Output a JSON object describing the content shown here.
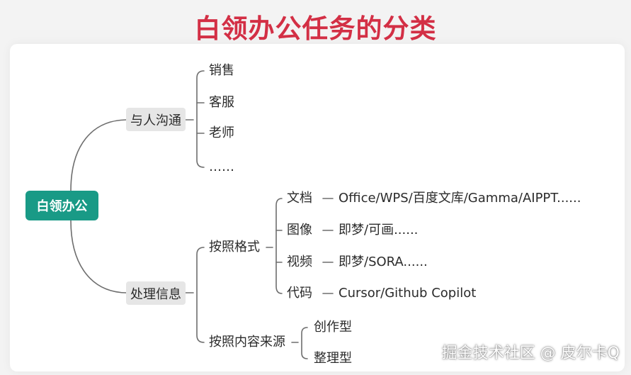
{
  "title": "白领办公任务的分类",
  "colors": {
    "title": "#d32f45",
    "root": "#199a86",
    "line": "#6e6e6e"
  },
  "root": "白领办公",
  "communication": {
    "label": "与人沟通",
    "items": [
      "销售",
      "客服",
      "老师",
      "……"
    ]
  },
  "info": {
    "label": "处理信息",
    "format": {
      "label": "按照格式",
      "items": [
        {
          "name": "文档",
          "detail": "Office/WPS/百度文库/Gamma/AIPPT......"
        },
        {
          "name": "图像",
          "detail": "即梦/可画......"
        },
        {
          "name": "视频",
          "detail": "即梦/SORA......"
        },
        {
          "name": "代码",
          "detail": "Cursor/Github Copilot"
        }
      ]
    },
    "source": {
      "label": "按照内容来源",
      "items": [
        "创作型",
        "整理型"
      ]
    }
  },
  "watermark": "掘金技术社区 @ 皮尔卡Q"
}
